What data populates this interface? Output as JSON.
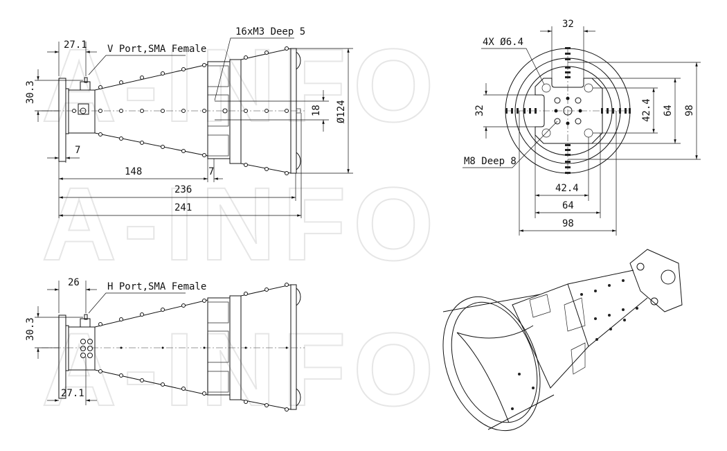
{
  "watermark": "A-INFO",
  "side_view_v": {
    "port_label": "V Port,SMA Female",
    "holes_label": "16xM3 Deep 5",
    "dims": {
      "flange_to_port": "27.1",
      "port_height": "30.3",
      "flange_thickness": "7",
      "to_block": "148",
      "block_step": "7",
      "length_236": "236",
      "length_241": "241",
      "aperture_diameter": "Ø124",
      "hole_spacing": "18"
    }
  },
  "front_view": {
    "holes_label": "4X Ø6.4",
    "thread_label": "M8 Deep 8",
    "dims": {
      "top_width": "32",
      "left_height": "32",
      "v_42": "42.4",
      "v_64": "64",
      "v_98": "98",
      "h_42": "42.4",
      "h_64": "64",
      "h_98": "98"
    }
  },
  "side_view_h": {
    "port_label": "H Port,SMA Female",
    "dims": {
      "flange_to_port": "26",
      "port_height": "30.3",
      "bottom_27": "27.1"
    }
  }
}
